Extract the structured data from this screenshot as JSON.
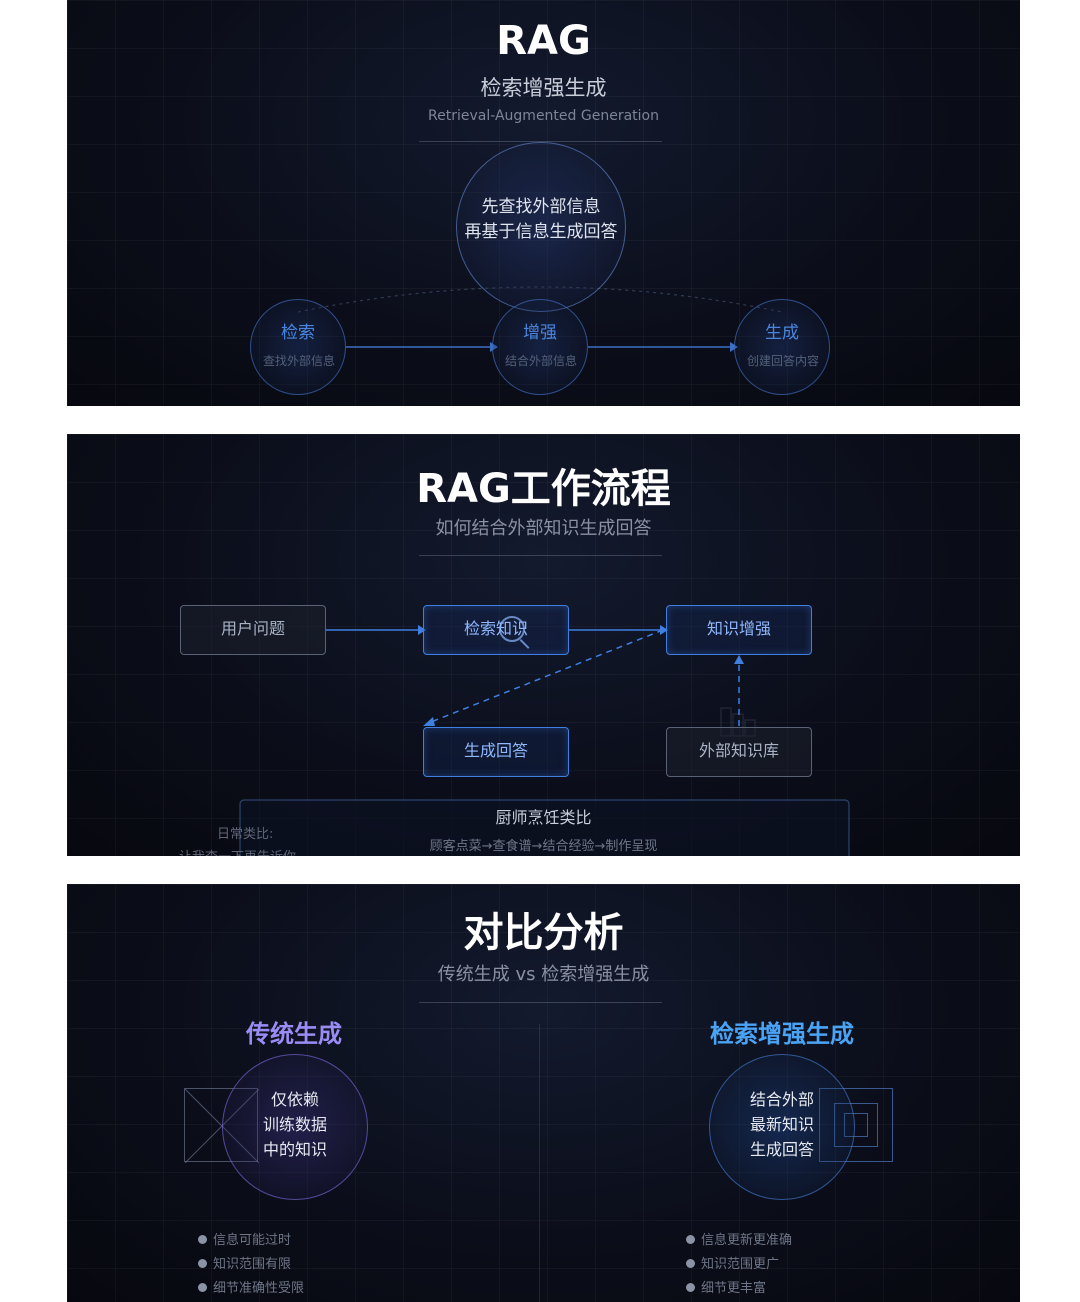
{
  "panel1": {
    "title": "RAG",
    "subtitle": "检索增强生成",
    "english": "Retrieval-Augmented Generation",
    "center_line1": "先查找外部信息",
    "center_line2": "再基于信息生成回答",
    "stages": [
      {
        "title": "检索",
        "desc": "查找外部信息"
      },
      {
        "title": "增强",
        "desc": "结合外部信息"
      },
      {
        "title": "生成",
        "desc": "创建回答内容"
      }
    ]
  },
  "panel2": {
    "title": "RAG工作流程",
    "subtitle": "如何结合外部知识生成回答",
    "boxes": {
      "user_question": "用户问题",
      "retrieve": "检索知识",
      "augment": "知识增强",
      "generate": "生成回答",
      "external_kb": "外部知识库"
    },
    "analogy_title": "厨师烹饪类比",
    "analogy_steps": "顾客点菜→查食谱→结合经验→制作呈现",
    "daily_label": "日常类比:",
    "daily_text": "让我查一下再告诉你"
  },
  "panel3": {
    "title": "对比分析",
    "subtitle": "传统生成 vs 检索增强生成",
    "left_title": "传统生成",
    "left_lines": [
      "仅依赖",
      "训练数据",
      "中的知识"
    ],
    "left_bullets": [
      "信息可能过时",
      "知识范围有限",
      "细节准确性受限"
    ],
    "right_title": "检索增强生成",
    "right_lines": [
      "结合外部",
      "最新知识",
      "生成回答"
    ],
    "right_bullets": [
      "信息更新更准确",
      "知识范围更广",
      "细节更丰富"
    ]
  },
  "colors": {
    "accent_blue": "#4a86e0",
    "box_blue": "#3f7fe0",
    "left_purple": "#9a8cf5",
    "right_blue": "#4aa3f5"
  }
}
